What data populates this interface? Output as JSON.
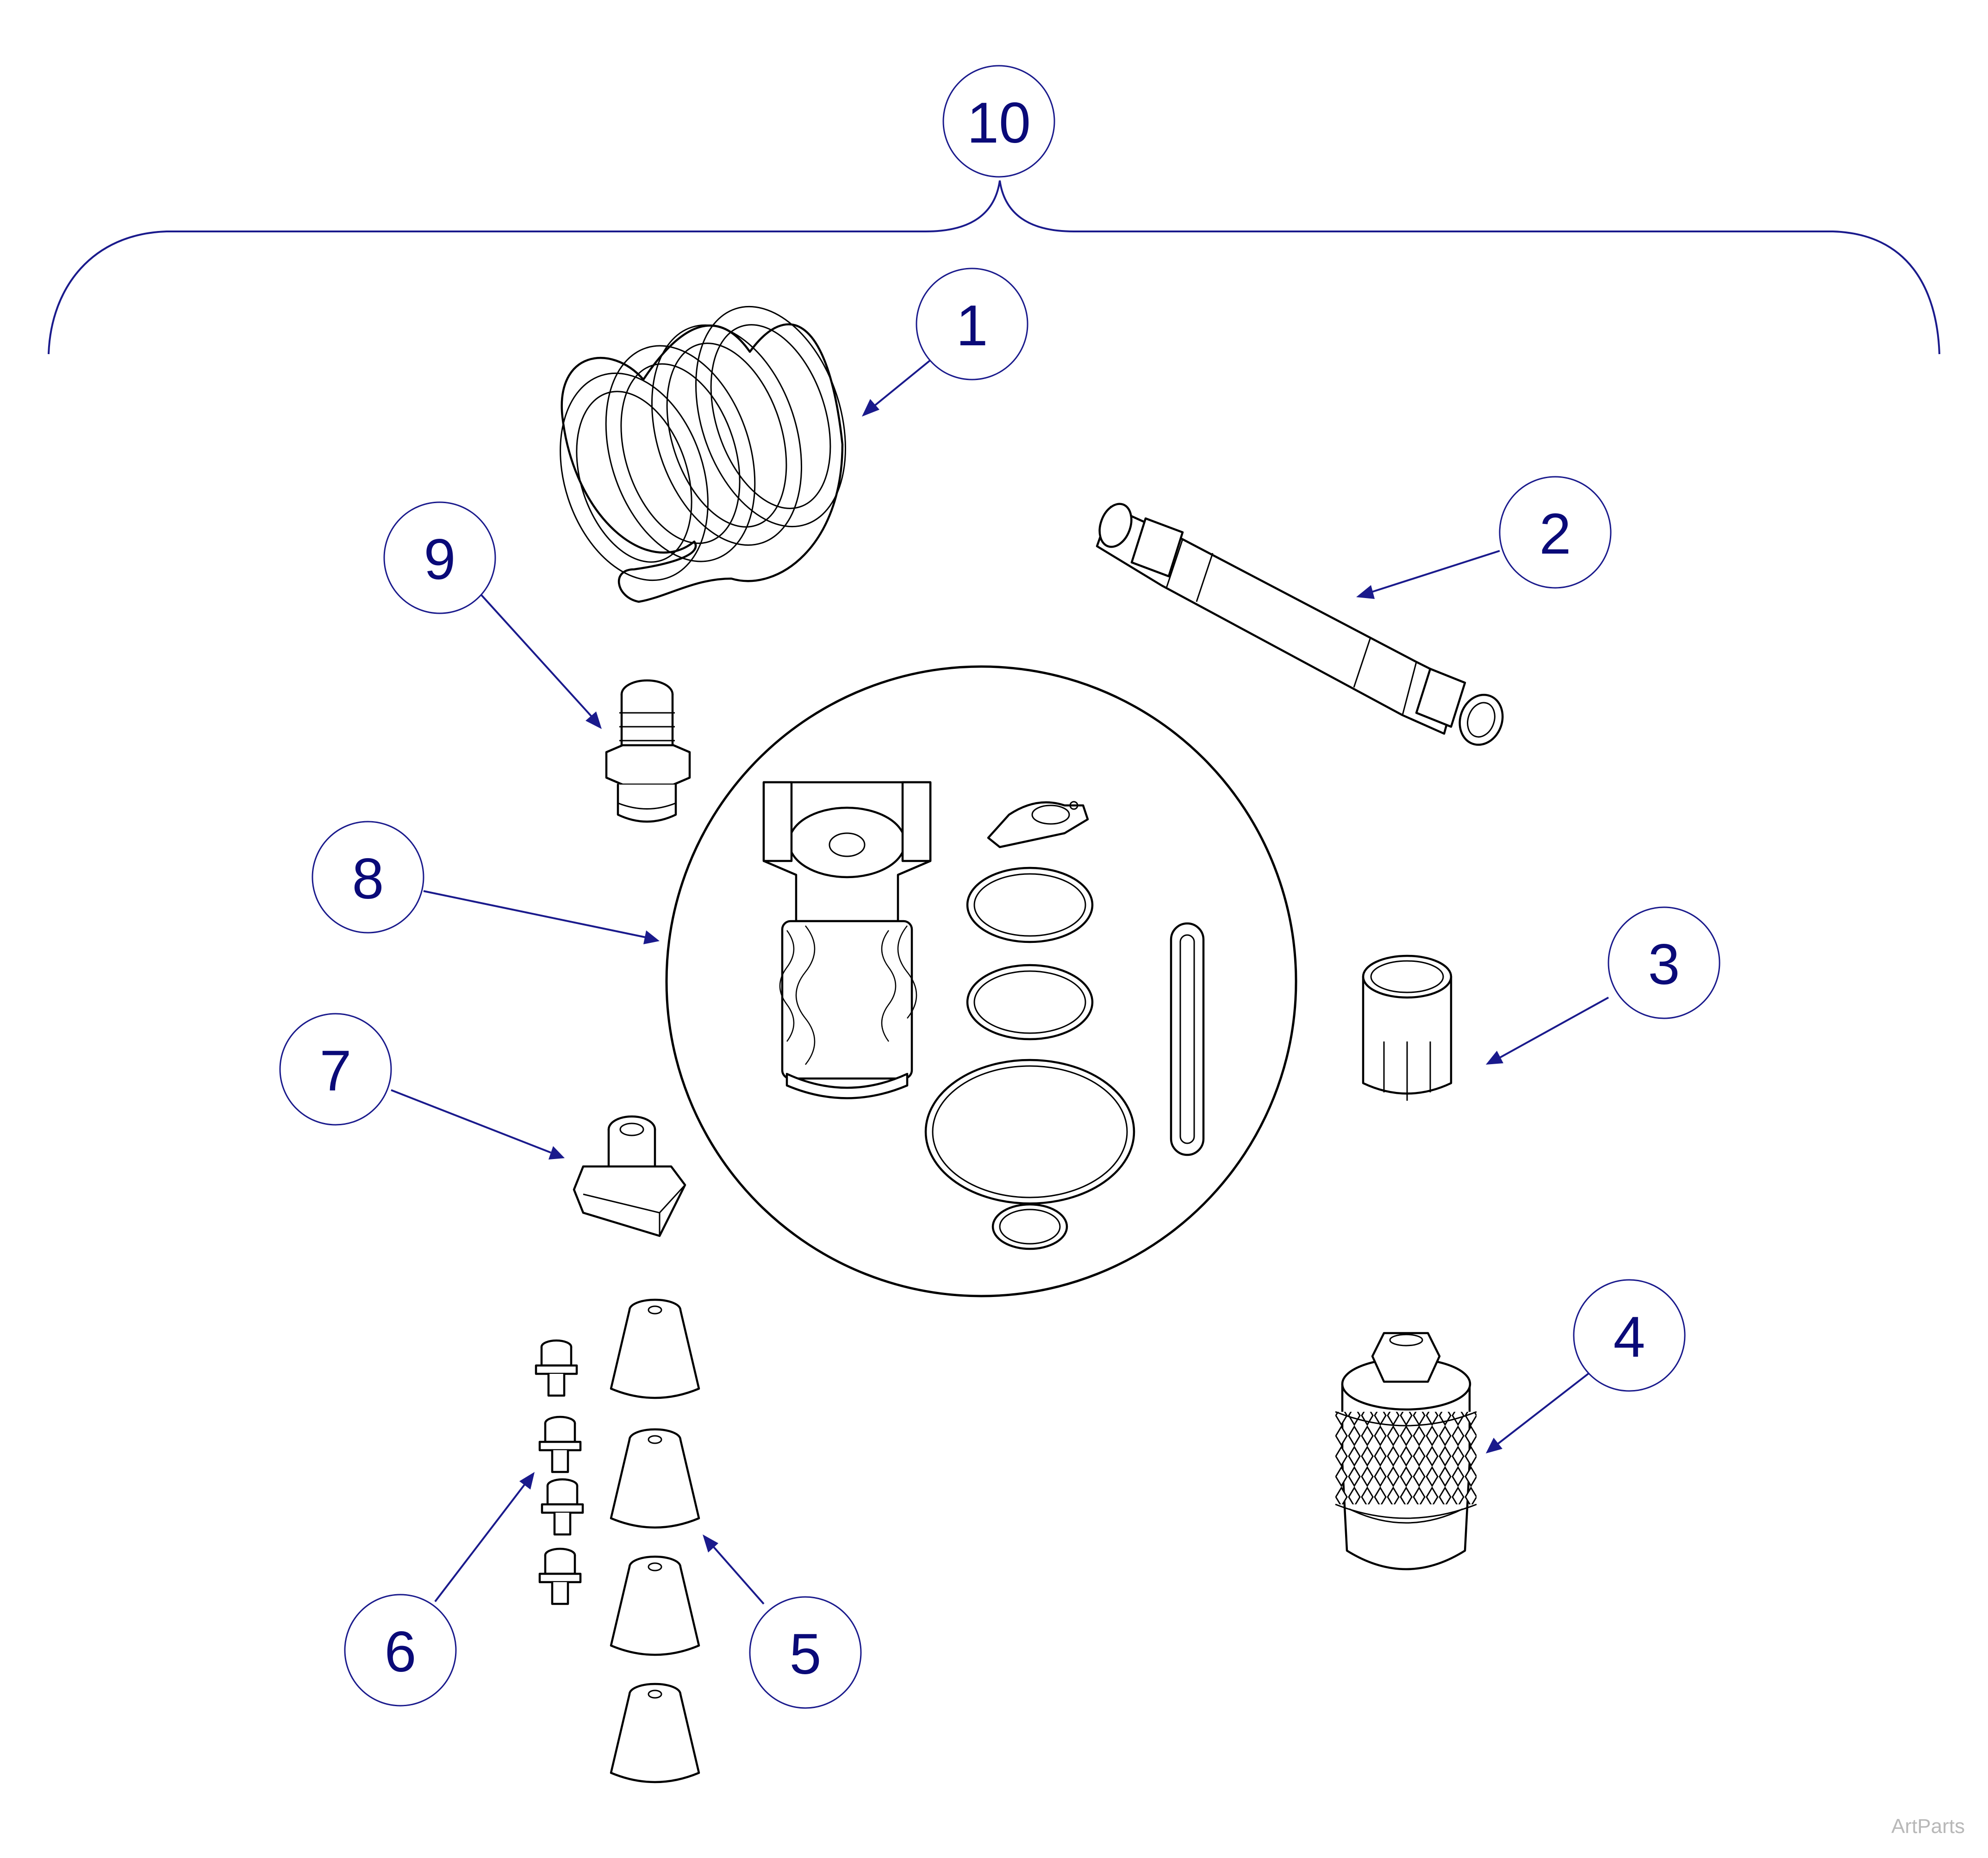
{
  "callouts": [
    {
      "id": "1",
      "label": "1"
    },
    {
      "id": "2",
      "label": "2"
    },
    {
      "id": "3",
      "label": "3"
    },
    {
      "id": "4",
      "label": "4"
    },
    {
      "id": "5",
      "label": "5"
    },
    {
      "id": "6",
      "label": "6"
    },
    {
      "id": "7",
      "label": "7"
    },
    {
      "id": "8",
      "label": "8"
    },
    {
      "id": "9",
      "label": "9"
    },
    {
      "id": "10",
      "label": "10"
    }
  ],
  "watermark": "ArtParts",
  "colors": {
    "callout": "#1a1a8c",
    "callout_text": "#0a0a78",
    "line_art": "#000000",
    "watermark": "#b8b8b8"
  }
}
